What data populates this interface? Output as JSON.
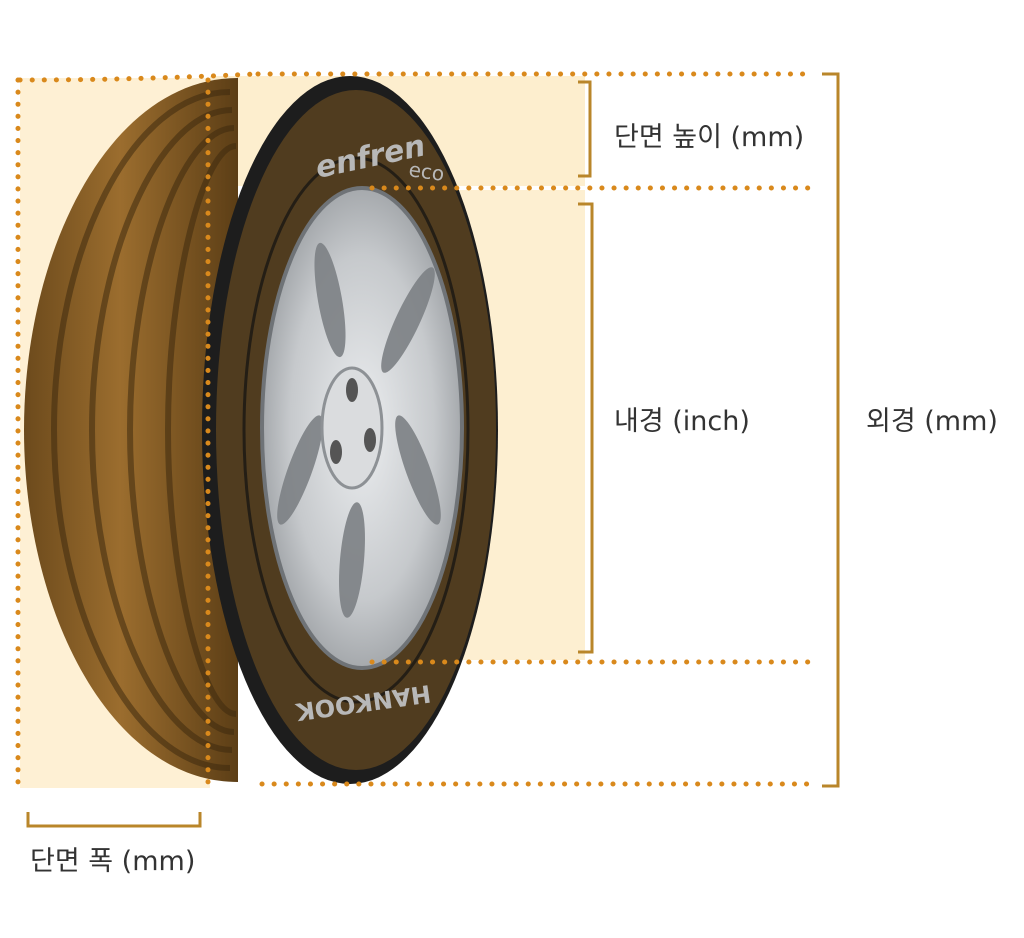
{
  "diagram": {
    "labels": {
      "section_height": "단면 높이 (mm)",
      "inner_diameter": "내경 (inch)",
      "outer_diameter": "외경 (mm)",
      "section_width": "단면 폭 (mm)"
    },
    "tire": {
      "sidewall_brand_text": "enfren",
      "sidewall_model_text": "eco",
      "sidewall_maker_text": "HANKOOK"
    },
    "colors": {
      "accent_dotted": "#d9891c",
      "bracket": "#b9862a",
      "highlight_fill": "#fdebc6",
      "tire_rubber": "#1d1d1d",
      "tread_tint": "#8a5f24",
      "rim_silver": "#c6c9cc"
    }
  }
}
